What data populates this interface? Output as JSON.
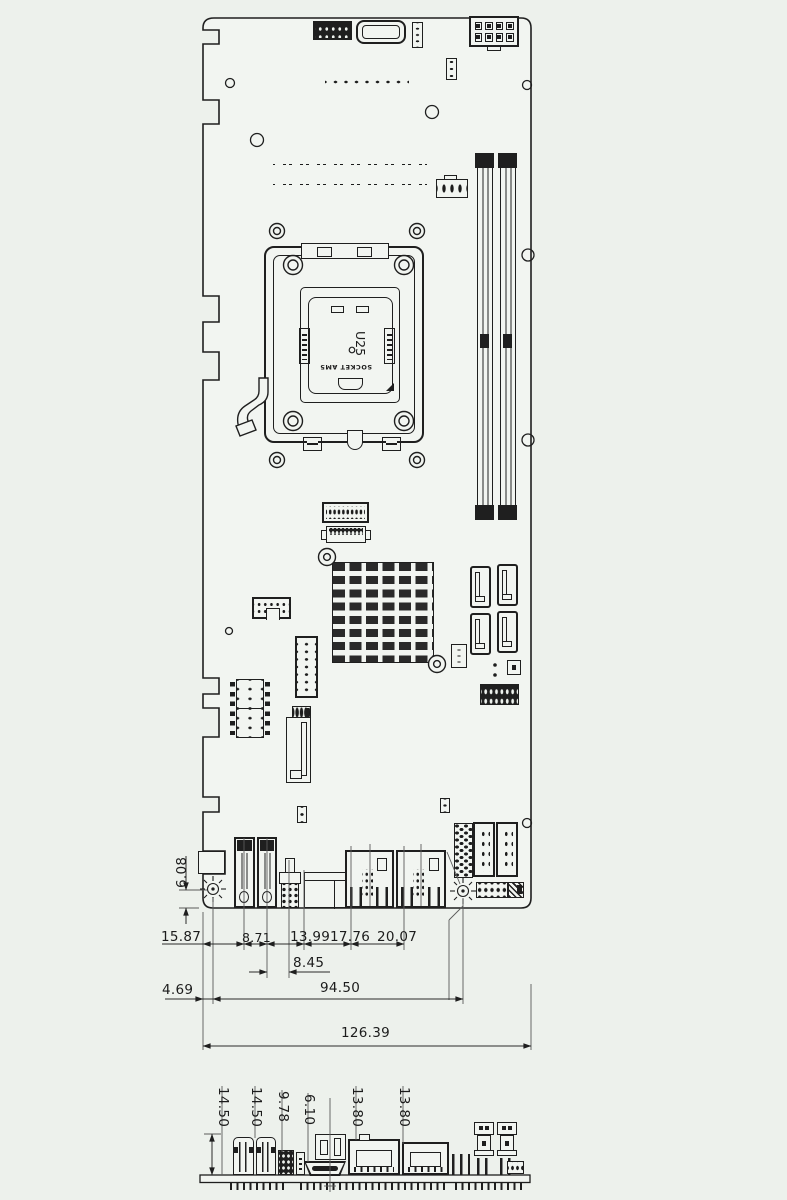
{
  "colors": {
    "background": "#edf1ec",
    "line": "#1f1f1f",
    "dimension": "#444444"
  },
  "socket": {
    "ref": "U25",
    "name": "SOCKET AM5"
  },
  "dimensions": {
    "top_view": {
      "edge_to_datum": "6.08",
      "chain": [
        "15.87",
        "8.71",
        "13.99",
        "17.76",
        "20.07"
      ],
      "connector_pitch": "8.45",
      "edge_offset": "4.69",
      "datum_span": "94.50",
      "board_width": "126.39"
    },
    "side_view": {
      "heights": [
        "14.50",
        "14.50",
        "9.78",
        "6.10",
        "13.80",
        "13.80"
      ]
    }
  }
}
